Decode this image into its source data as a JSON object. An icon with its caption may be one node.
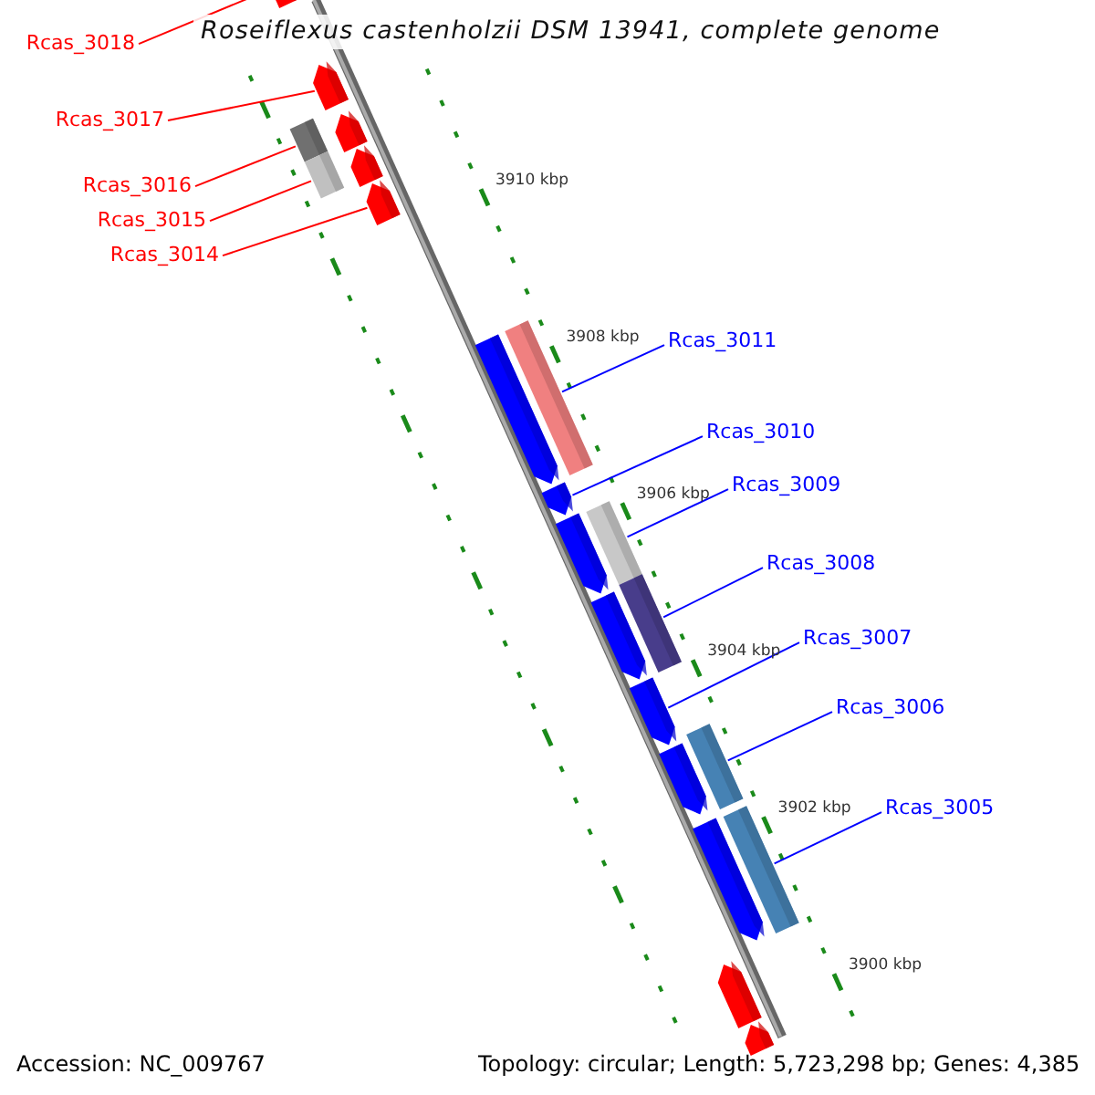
{
  "diagram": {
    "title": "Roseiflexus castenholzii DSM 13941, complete genome",
    "nodes": [
      {
        "text": [
          "Rcas_3018"
        ]
      },
      {
        "text": [
          "Rcas_3017"
        ]
      },
      {
        "text": [
          "Rcas_3016"
        ]
      },
      {
        "text": [
          "Rcas_3015"
        ]
      },
      {
        "text": [
          "Rcas_3014"
        ]
      },
      {
        "text": [
          "Rcas_3011"
        ]
      },
      {
        "text": [
          "Rcas_3010"
        ]
      },
      {
        "text": [
          "Rcas_3009"
        ]
      },
      {
        "text": [
          "Rcas_3008"
        ]
      },
      {
        "text": [
          "Rcas_3007"
        ]
      },
      {
        "text": [
          "Rcas_3006"
        ]
      },
      {
        "text": [
          "Rcas_3005"
        ]
      },
      {
        "text": [],
        "shape": "arrow"
      },
      {
        "text": [],
        "shape": "arrow"
      },
      {
        "text": [],
        "shape": "bar"
      },
      {
        "text": [],
        "shape": "arrow"
      },
      {
        "text": [],
        "shape": "bar"
      },
      {
        "text": [],
        "shape": "arrow"
      },
      {
        "text": [],
        "shape": "arrow"
      },
      {
        "text": [],
        "shape": "bar"
      },
      {
        "text": [],
        "shape": "arrow"
      },
      {
        "text": [],
        "shape": "arrow"
      },
      {
        "text": [],
        "shape": "arrow"
      },
      {
        "text": [],
        "shape": "bar"
      },
      {
        "text": [],
        "shape": "bar"
      },
      {
        "text": [],
        "shape": "arrow"
      },
      {
        "text": [],
        "shape": "arrow"
      },
      {
        "text": [],
        "shape": "bar"
      },
      {
        "text": [],
        "shape": "arrow"
      },
      {
        "text": [],
        "shape": "arrow"
      },
      {
        "text": [],
        "shape": "bar"
      },
      {
        "text": [],
        "shape": "arrow"
      },
      {
        "text": [],
        "shape": "arrow"
      }
    ],
    "edges": [
      {
        "from": 0,
        "to": 12,
        "arrow": "none",
        "color": "#ff0000"
      },
      {
        "from": 1,
        "to": 13,
        "arrow": "none",
        "color": "#ff0000"
      },
      {
        "from": 2,
        "to": 14,
        "arrow": "none",
        "color": "#ff0000"
      },
      {
        "from": 3,
        "to": 16,
        "arrow": "none",
        "color": "#ff0000"
      },
      {
        "from": 4,
        "to": 18,
        "arrow": "none",
        "color": "#ff0000"
      },
      {
        "from": 5,
        "to": 19,
        "arrow": "none"
      },
      {
        "from": 6,
        "to": 21,
        "arrow": "none"
      },
      {
        "from": 7,
        "to": 23,
        "arrow": "none"
      },
      {
        "from": 8,
        "to": 24,
        "arrow": "none"
      },
      {
        "from": 9,
        "to": 26,
        "arrow": "none"
      },
      {
        "from": 10,
        "to": 27,
        "arrow": "none"
      },
      {
        "from": 11,
        "to": 30,
        "arrow": "none"
      }
    ],
    "labels": [
      "3910 kbp",
      "3908 kbp",
      "3906 kbp",
      "3904 kbp",
      "3902 kbp",
      "3900 kbp",
      "Accession: NC_009767",
      "Topology: circular; Length: 5,723,298 bp; Genes: 4,385"
    ]
  }
}
